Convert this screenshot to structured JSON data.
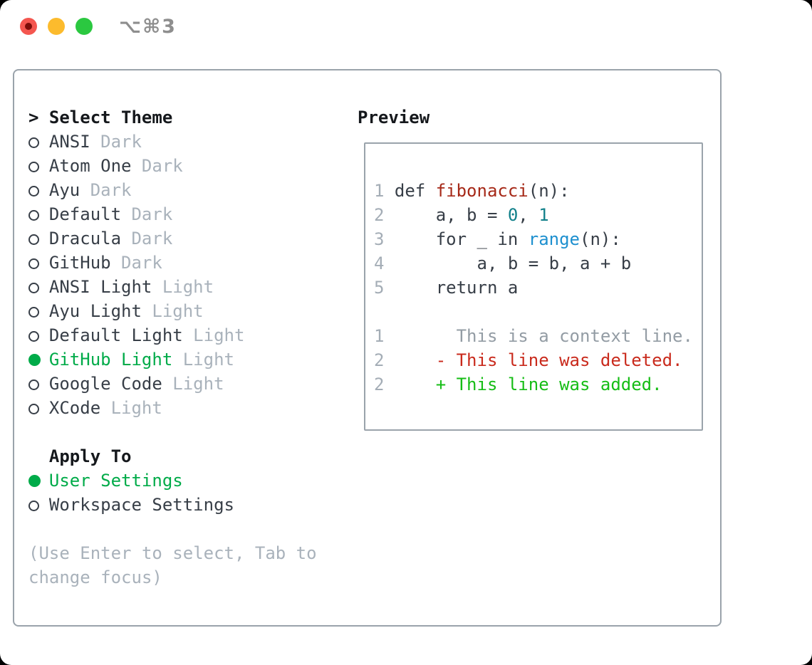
{
  "window": {
    "title": "⌥⌘3",
    "traffic_lights": [
      "close",
      "minimize",
      "zoom"
    ]
  },
  "theme_picker": {
    "prompt": ">",
    "title": "Select Theme",
    "items": [
      {
        "name": "ANSI",
        "variant": "Dark",
        "selected": false
      },
      {
        "name": "Atom One",
        "variant": "Dark",
        "selected": false
      },
      {
        "name": "Ayu",
        "variant": "Dark",
        "selected": false
      },
      {
        "name": "Default",
        "variant": "Dark",
        "selected": false
      },
      {
        "name": "Dracula",
        "variant": "Dark",
        "selected": false
      },
      {
        "name": "GitHub",
        "variant": "Dark",
        "selected": false
      },
      {
        "name": "ANSI Light",
        "variant": "Light",
        "selected": false
      },
      {
        "name": "Ayu Light",
        "variant": "Light",
        "selected": false
      },
      {
        "name": "Default Light",
        "variant": "Light",
        "selected": false
      },
      {
        "name": "GitHub Light",
        "variant": "Light",
        "selected": true
      },
      {
        "name": "Google Code",
        "variant": "Light",
        "selected": false
      },
      {
        "name": "XCode",
        "variant": "Light",
        "selected": false
      }
    ]
  },
  "apply_to": {
    "title": "Apply To",
    "options": [
      {
        "name": "User Settings",
        "variant": "",
        "selected": true
      },
      {
        "name": "Workspace Settings",
        "variant": "",
        "selected": false
      }
    ]
  },
  "help_text": "(Use Enter to select, Tab to change focus)",
  "preview": {
    "title": "Preview",
    "lines": [
      {
        "num": "1",
        "segments": [
          {
            "t": " def ",
            "c": "plain"
          },
          {
            "t": "fibonacci",
            "c": "func"
          },
          {
            "t": "(n):",
            "c": "plain"
          }
        ]
      },
      {
        "num": "2",
        "segments": [
          {
            "t": "     a, b = ",
            "c": "plain"
          },
          {
            "t": "0",
            "c": "num"
          },
          {
            "t": ", ",
            "c": "plain"
          },
          {
            "t": "1",
            "c": "num"
          }
        ]
      },
      {
        "num": "3",
        "segments": [
          {
            "t": "     for _ in ",
            "c": "plain"
          },
          {
            "t": "range",
            "c": "call"
          },
          {
            "t": "(n):",
            "c": "plain"
          }
        ]
      },
      {
        "num": "4",
        "segments": [
          {
            "t": "         a, b = b, a + b",
            "c": "plain"
          }
        ]
      },
      {
        "num": "5",
        "segments": [
          {
            "t": "     return a",
            "c": "plain"
          }
        ]
      },
      {
        "num": "",
        "segments": []
      },
      {
        "num": "1",
        "segments": [
          {
            "t": "       This is a context line.",
            "c": "context"
          }
        ]
      },
      {
        "num": "2",
        "segments": [
          {
            "t": "     - This line was deleted.",
            "c": "deleted"
          }
        ]
      },
      {
        "num": "2",
        "segments": [
          {
            "t": "     + This line was added.",
            "c": "added"
          }
        ]
      }
    ]
  },
  "colors": {
    "accent_green": "#00ab49",
    "added_green": "#16bd16",
    "deleted_red": "#c92a1c",
    "function_red": "#a62918",
    "number_teal": "#11808a",
    "call_blue": "#1e90cf",
    "text_dark": "#373e47",
    "text_black": "#15181c",
    "muted_gray": "#a9b2bb",
    "line_number_gray": "#a4adb6",
    "context_gray": "#939ca4",
    "border_gray": "#9aa3ab",
    "traffic_red": "#f4564f",
    "traffic_red_dot": "#7d0d09",
    "traffic_yellow": "#fcbb2d",
    "traffic_green": "#2bc840",
    "title_gray": "#8e8e8e"
  }
}
